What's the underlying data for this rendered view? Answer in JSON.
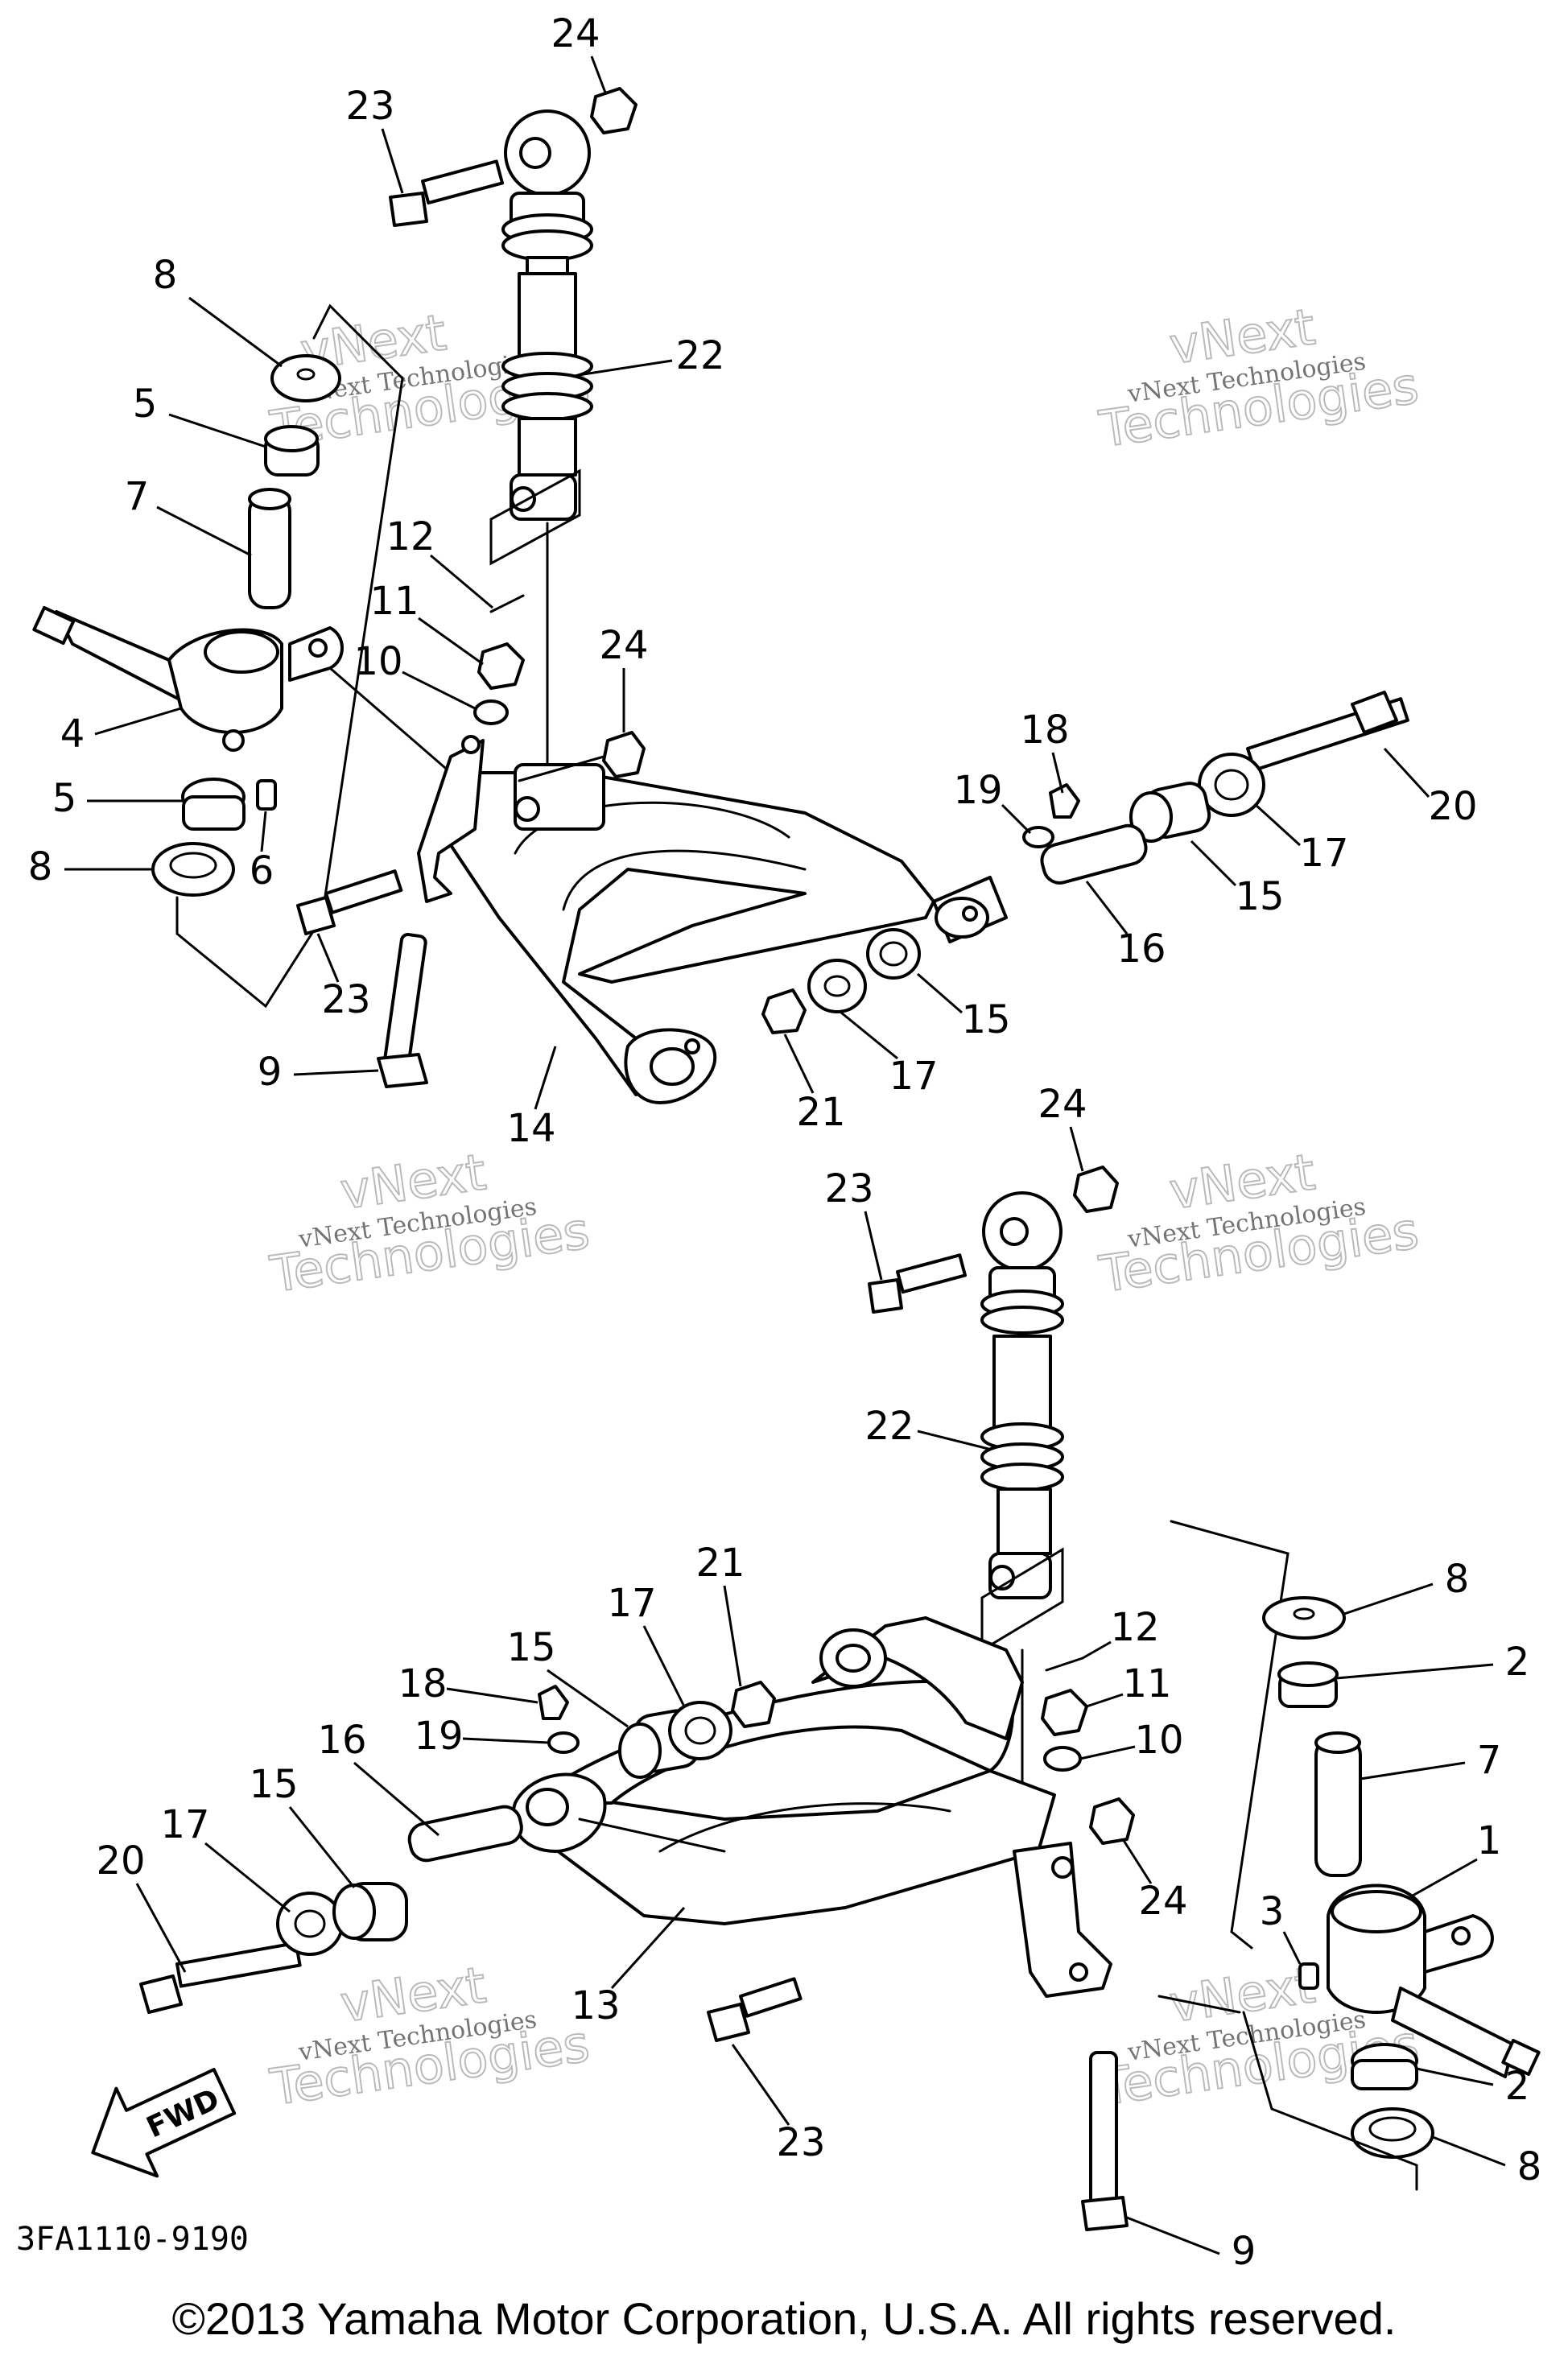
{
  "diagram": {
    "code": "3FA1110-9190",
    "fwd_label": "FWD",
    "copyright": "©2013 Yamaha Motor Corporation, U.S.A. All rights reserved.",
    "watermark": {
      "line1": "vNext Technologies",
      "line2": "vNext",
      "line3": "Technologies"
    },
    "callouts": {
      "upper": [
        "24",
        "23",
        "8",
        "22",
        "5",
        "7",
        "12",
        "11",
        "10",
        "24",
        "4",
        "5",
        "6",
        "8",
        "23",
        "9",
        "14",
        "21",
        "17",
        "15",
        "18",
        "19",
        "20",
        "17",
        "15",
        "16"
      ],
      "lower": [
        "24",
        "23",
        "22",
        "8",
        "2",
        "7",
        "21",
        "17",
        "15",
        "18",
        "19",
        "16",
        "15",
        "17",
        "20",
        "12",
        "11",
        "10",
        "1",
        "24",
        "3",
        "13",
        "23",
        "2",
        "8",
        "9"
      ]
    },
    "colors": {
      "line": "#000000",
      "background": "#ffffff",
      "watermark": "#888888"
    }
  }
}
